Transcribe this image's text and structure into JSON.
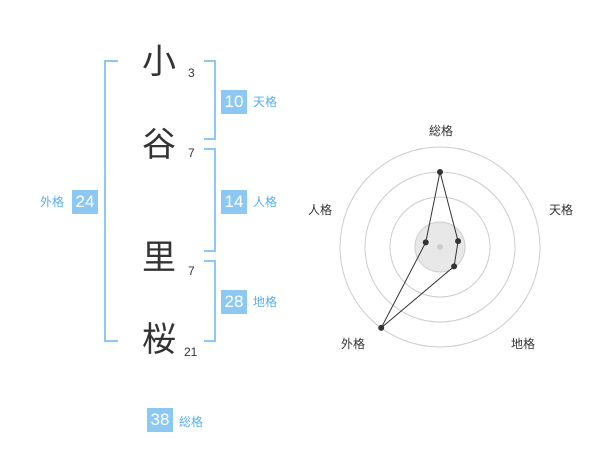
{
  "name_chars": [
    {
      "char": "小",
      "strokes": "3"
    },
    {
      "char": "谷",
      "strokes": "7"
    },
    {
      "char": "里",
      "strokes": "7"
    },
    {
      "char": "桜",
      "strokes": "21"
    }
  ],
  "grades": {
    "tenkaku": {
      "value": "10",
      "label": "天格"
    },
    "jinkaku": {
      "value": "14",
      "label": "人格"
    },
    "chikaku": {
      "value": "28",
      "label": "地格"
    },
    "gaikaku": {
      "value": "24",
      "label": "外格"
    },
    "soukaku": {
      "value": "38",
      "label": "総格"
    }
  },
  "radar": {
    "axes": [
      "総格",
      "天格",
      "地格",
      "外格",
      "人格"
    ],
    "levels": 4,
    "values": [
      0.75,
      0.19,
      0.24,
      1.0,
      0.15
    ]
  },
  "colors": {
    "accent": "#8cc8f2",
    "label_accent": "#5aaee8"
  }
}
